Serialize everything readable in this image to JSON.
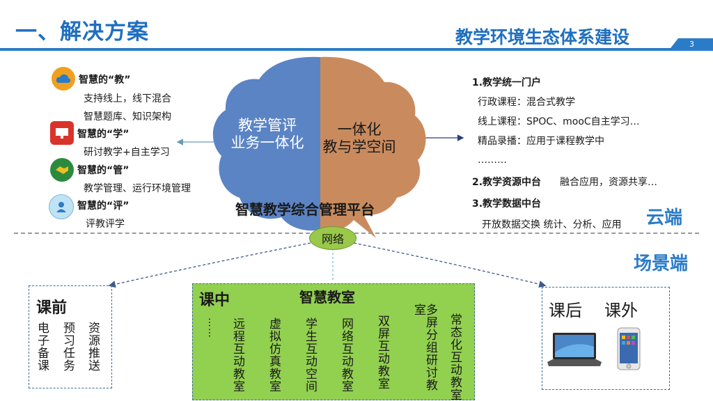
{
  "header": {
    "title": "一、解决方案",
    "subtitle": "教学环境生态体系建设",
    "page_number": "3"
  },
  "left_list": [
    {
      "icon": "cloud-chat-icon",
      "heading": "智慧的“教”",
      "lines": [
        "支持线上，线下混合",
        "智慧题库、知识架构"
      ]
    },
    {
      "icon": "presentation-icon",
      "heading": "智慧的“学”",
      "lines": [
        "研讨教学+自主学习"
      ]
    },
    {
      "icon": "handshake-icon",
      "heading": "智慧的“管”",
      "lines": [
        "教学管理、运行环境管理"
      ]
    },
    {
      "icon": "person-shield-icon",
      "heading": "智慧的“评”",
      "lines": [
        "评教评学"
      ]
    }
  ],
  "brain": {
    "left_text": [
      "教学管评",
      "业务一体化"
    ],
    "right_text": [
      "一体化",
      "教与学空间"
    ],
    "platform": "智慧教学综合管理平台",
    "colors": {
      "left": "#5b84c4",
      "right": "#c98b5e"
    }
  },
  "right_list": {
    "item1": {
      "heading": "1.教学统一门户",
      "lines": [
        "行政课程：混合式教学",
        "线上课程：SPOC、mooC自主学习…",
        "精品录播：应用于课程教学中",
        "………"
      ]
    },
    "item2": {
      "heading": "2.教学资源中台",
      "extra": "融合应用，资源共享…"
    },
    "item3": {
      "heading": "3.教学数据中台",
      "lines": [
        "开放数据交换 统计、分析、应用"
      ]
    }
  },
  "labels": {
    "cloud": "云端",
    "scene": "场景端",
    "network": "网络"
  },
  "before": {
    "title": "课前",
    "columns": [
      "电子备课",
      "预习任务",
      "资源推送"
    ]
  },
  "during": {
    "title": "课中",
    "subtitle": "智慧教室",
    "dots": "……",
    "columns": [
      "远程互动教室",
      "虚拟仿真教室",
      "学生互动空间",
      "网络互动教室",
      "双屏互动教室",
      "多屏分组研讨教室",
      "常态化互动教室"
    ],
    "color": "#92d050"
  },
  "after": {
    "title1": "课后",
    "title2": "课外"
  }
}
